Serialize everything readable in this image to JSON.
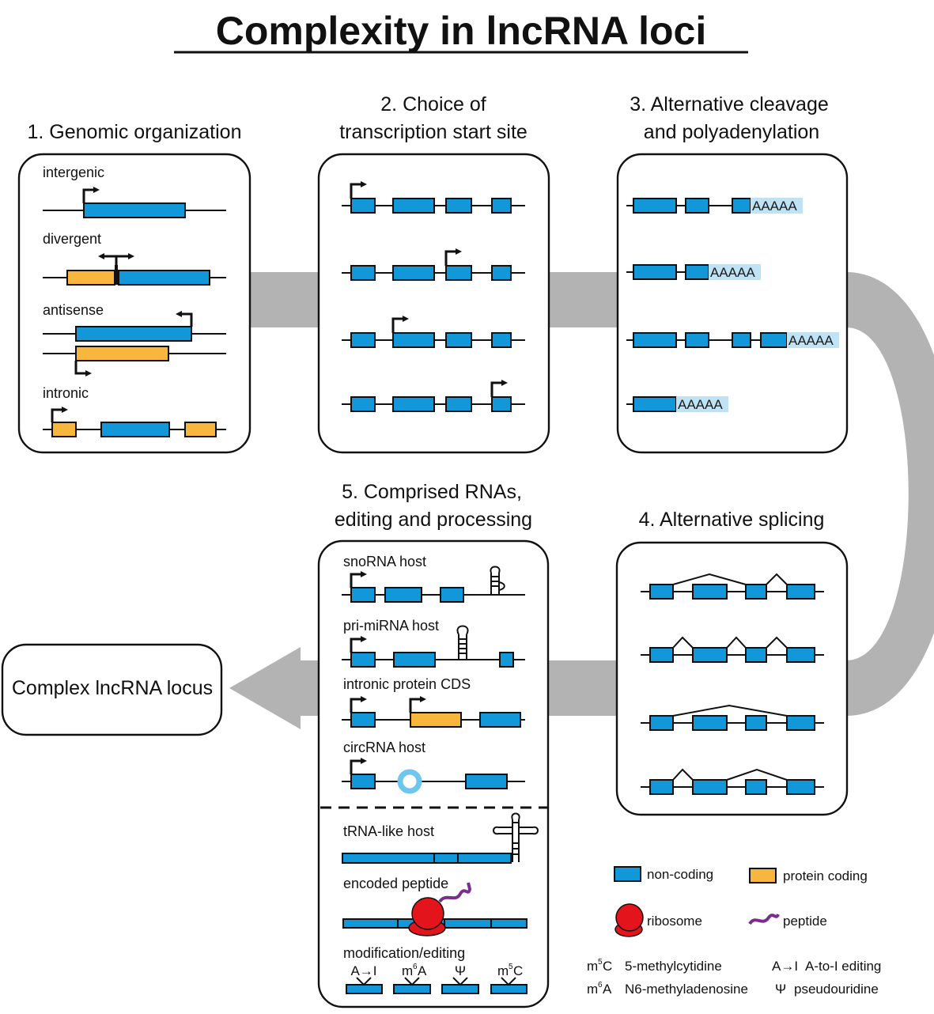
{
  "title": "Complexity in lncRNA loci",
  "panels": {
    "genomic": {
      "heading": "1. Genomic organization",
      "labels": [
        "intergenic",
        "divergent",
        "antisense",
        "intronic"
      ]
    },
    "tss": {
      "heading_line1": "2. Choice of",
      "heading_line2": "transcription start site"
    },
    "cleavage": {
      "heading_line1": "3. Alternative cleavage",
      "heading_line2": "and polyadenylation",
      "polya": "AAAAA"
    },
    "splicing": {
      "heading": "4. Alternative splicing"
    },
    "comprised": {
      "heading_line1": "5. Comprised RNAs,",
      "heading_line2": "editing and processing",
      "labels": [
        "snoRNA host",
        "pri-miRNA host",
        "intronic protein CDS",
        "circRNA host",
        "tRNA-like host",
        "encoded peptide",
        "modification/editing"
      ],
      "marks": [
        "A→I",
        "m",
        "A",
        "Ψ",
        "m",
        "C"
      ]
    }
  },
  "complex_locus": "Complex lncRNA locus",
  "legend": {
    "non_coding": "non-coding",
    "protein_coding": "protein coding",
    "ribosome": "ribosome",
    "peptide": "peptide"
  },
  "abbreviations": {
    "m5c_main": "m",
    "m5c_sup": "5",
    "m5c_tail": "C",
    "m5c_text": "5-methylcytidine",
    "m6a_main": "m",
    "m6a_sup": "6",
    "m6a_tail": "A",
    "m6a_text": "N6-methyladenosine",
    "ai_sym": "A→I",
    "ai_text": "A-to-I editing",
    "psi_sym": "Ψ",
    "psi_text": "pseudouridine",
    "mark_sup_6": "6",
    "mark_sup_5": "5"
  },
  "colors": {
    "non_coding": "#1297d8",
    "protein_coding": "#f9b63c",
    "ribosome": "#e3141b",
    "peptide": "#7b2d8e",
    "polya_bg": "#bfe3f5",
    "flow_arrow": "#b3b3b3"
  }
}
